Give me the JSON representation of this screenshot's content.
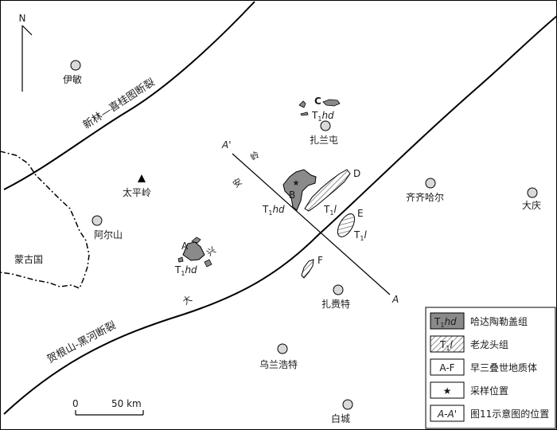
{
  "north_label": "N",
  "faults": {
    "north": "新林—喜桂图断裂",
    "south": "贺根山-黑河断裂"
  },
  "range_chars": [
    "大",
    "兴",
    "安",
    "岭"
  ],
  "country": "蒙古国",
  "peak": "太平岭",
  "cities": {
    "yimin": "伊敏",
    "arxan": "阿尔山",
    "zhalantun": "扎兰屯",
    "qiqihar": "齐齐哈尔",
    "daqing": "大庆",
    "zhalaite": "扎赉特",
    "ulanhot": "乌兰浩特",
    "baicheng": "白城"
  },
  "sites": {
    "A": "A",
    "B": "B",
    "C": "C",
    "D": "D",
    "E": "E",
    "F": "F"
  },
  "units": {
    "hd_prefix": "T",
    "hd_sub": "1",
    "hd_suffix": "hd",
    "l_prefix": "T",
    "l_sub": "1",
    "l_suffix": "l"
  },
  "section": {
    "start": "A'",
    "end": "A"
  },
  "scale": {
    "zero": "0",
    "distance": "50 km"
  },
  "legend": {
    "hd_name": "哈达陶勒盖组",
    "l_name": "老龙头组",
    "af_key": "A-F",
    "af_name": "早三叠世地质体",
    "sample_name": "采样位置",
    "section_key": "A-A'",
    "section_name": "图11示意图的位置"
  },
  "colors": {
    "hd_fill": "#8a8a8a",
    "city_fill": "#d9d9d9",
    "line": "#000000"
  }
}
